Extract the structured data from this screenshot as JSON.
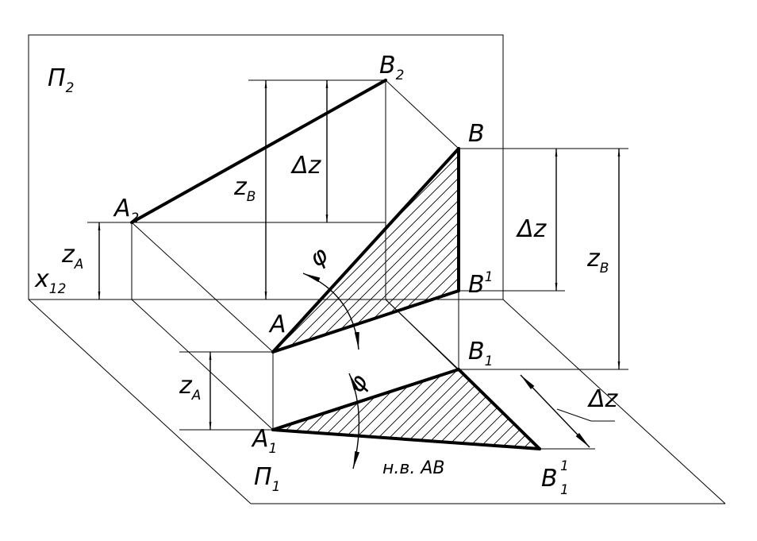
{
  "labels": {
    "pi2": {
      "main": "П",
      "sub": "2"
    },
    "pi1": {
      "main": "П",
      "sub": "1"
    },
    "x12": {
      "main": "x",
      "sub": "12"
    },
    "A2": {
      "main": "A",
      "sub": "2"
    },
    "B2": {
      "main": "B",
      "sub": "2"
    },
    "A": {
      "main": "A"
    },
    "B": {
      "main": "B"
    },
    "B_prime": {
      "main": "B",
      "sup": "1"
    },
    "A1": {
      "main": "A",
      "sub": "1"
    },
    "B1": {
      "main": "B",
      "sub": "1"
    },
    "B1_prime": {
      "main": "B",
      "sub": "1",
      "sup": "1"
    },
    "zA_left": {
      "main": "z",
      "sub": "A"
    },
    "zB_front": {
      "main": "z",
      "sub": "B"
    },
    "dz_front": {
      "main": "Δz"
    },
    "dz_right": {
      "main": "Δz"
    },
    "zB_right": {
      "main": "z",
      "sub": "B"
    },
    "zA_mid": {
      "main": "z",
      "sub": "A"
    },
    "dz_bottom": {
      "main": "Δz"
    },
    "phi_upper": {
      "main": "φ"
    },
    "phi_lower": {
      "main": "φ"
    },
    "true_length": {
      "main": "н.в. AB"
    }
  }
}
